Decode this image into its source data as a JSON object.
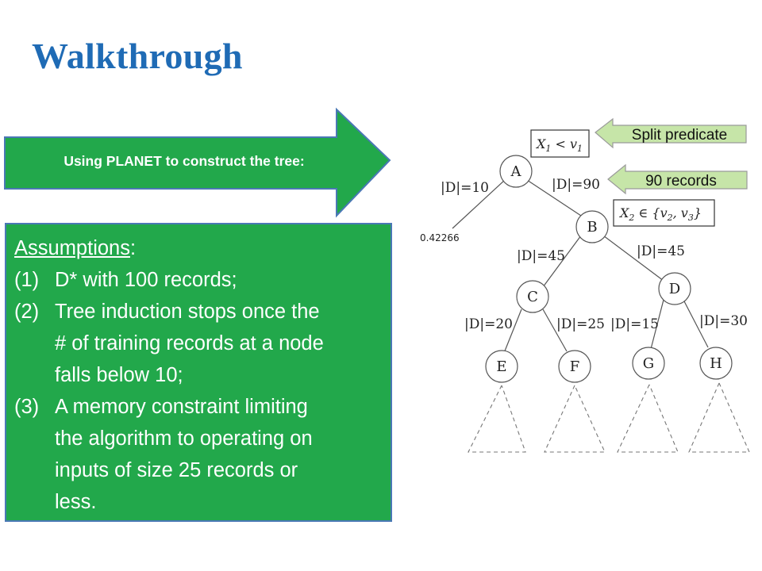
{
  "slide": {
    "title": "Walkthrough",
    "arrow_text": "Using PLANET to construct the tree:",
    "assumptions": {
      "heading": "Assumptions",
      "heading_suffix": ":",
      "items": [
        {
          "num": "(1)",
          "line1": "D* with 100 records;"
        },
        {
          "num": "(2)",
          "line1": "Tree induction stops once the",
          "line2": "# of training records at a node",
          "line3": "falls below 10;"
        },
        {
          "num": "(3)",
          "line1": "A memory constraint limiting",
          "line2": "the algorithm to operating on",
          "line3": "inputs of size 25 records or",
          "line4": "less."
        }
      ]
    }
  },
  "tree": {
    "nodes": {
      "A": "A",
      "B": "B",
      "C": "C",
      "D": "D",
      "E": "E",
      "F": "F",
      "G": "G",
      "H": "H"
    },
    "edges": {
      "a_left": "|D|=10",
      "a_right": "|D|=90",
      "b_left": "|D|=45",
      "b_right": "|D|=45",
      "c_left": "|D|=20",
      "c_right": "|D|=25",
      "d_left": "|D|=15",
      "d_right": "|D|=30"
    },
    "leaf_value": "0.42266",
    "predicates": {
      "p1_var": "X",
      "p1_sub": "1",
      "p1_rest": " < v",
      "p1_rest_sub": "1",
      "p2_var": "X",
      "p2_sub": "2",
      "p2_rest": " ∈ {v",
      "p2_s1": "2",
      "p2_mid": ", v",
      "p2_s2": "3",
      "p2_end": "}"
    },
    "callouts": {
      "split": "Split predicate",
      "records": "90 records"
    },
    "colors": {
      "callout_fill": "#c6e5a8",
      "callout_stroke": "#9a9a9a"
    }
  },
  "colors": {
    "title": "#1f6bb5",
    "green": "#22a84b",
    "border": "#4a78b5"
  }
}
